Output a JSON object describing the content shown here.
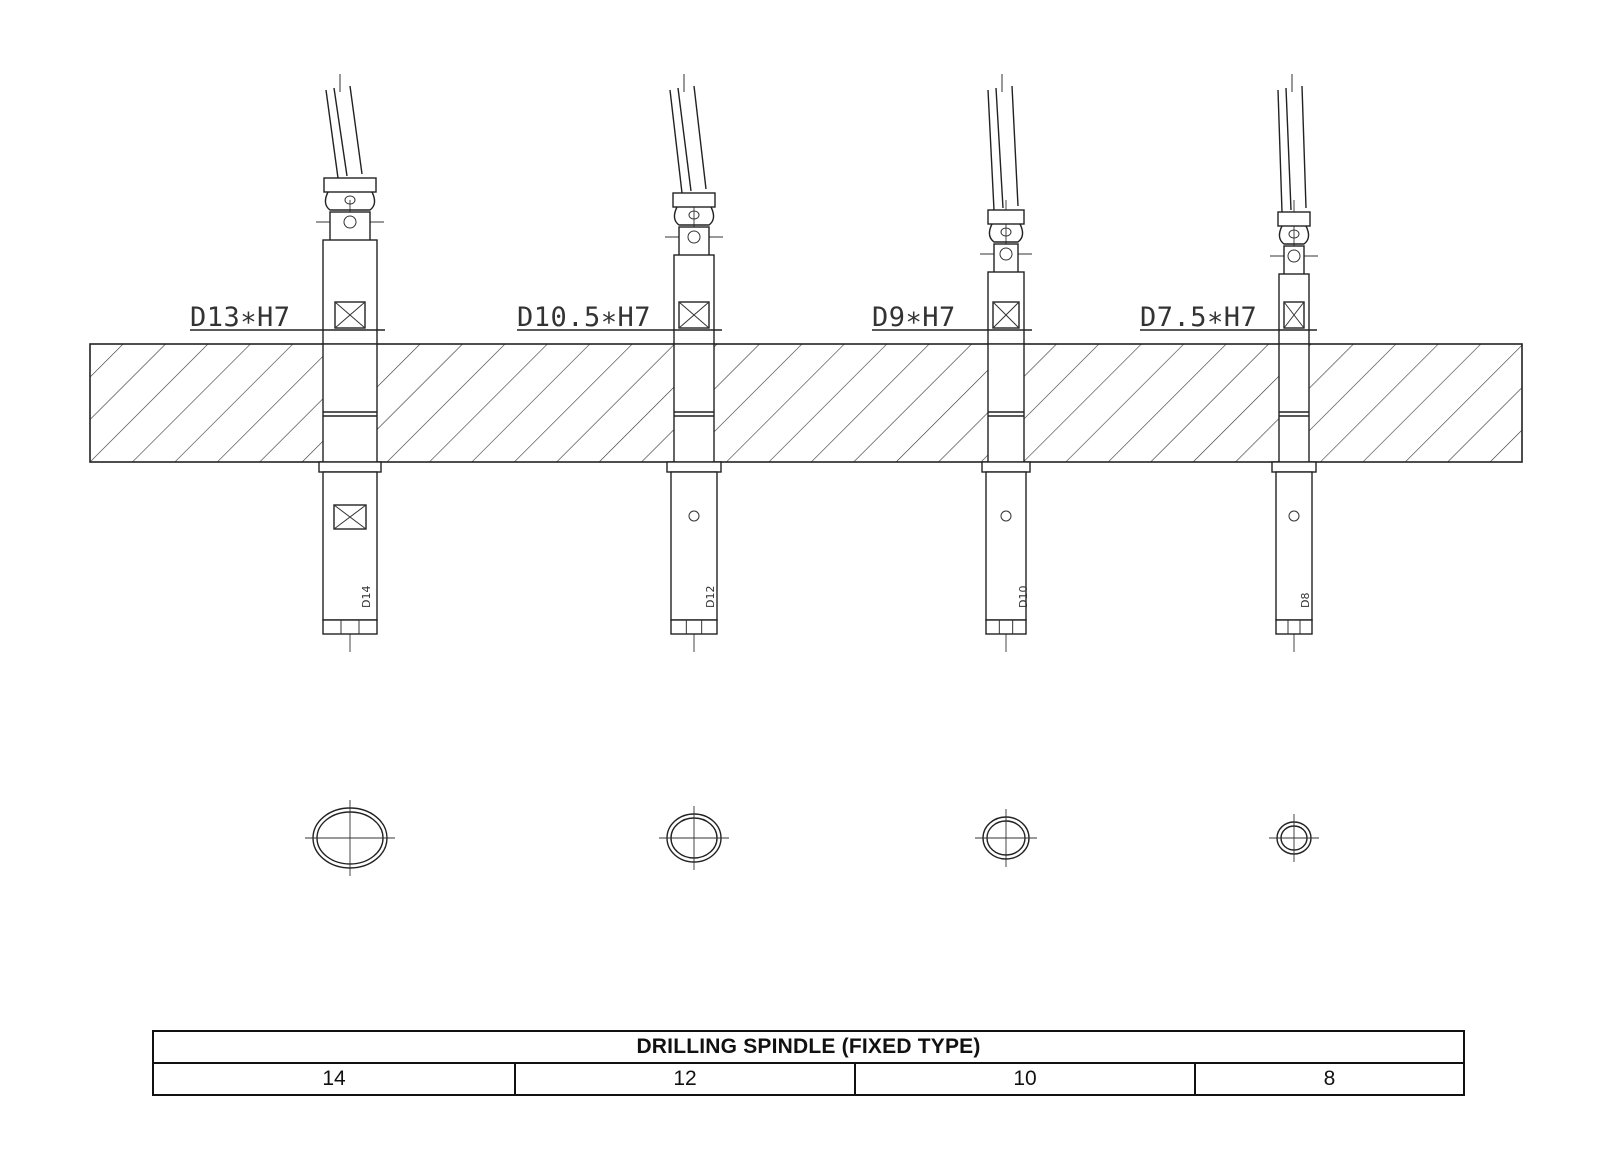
{
  "callouts": [
    "D13∗H7",
    "D10.5∗H7",
    "D9∗H7",
    "D7.5∗H7"
  ],
  "spindle_labels": [
    "D14",
    "D12",
    "D10",
    "D8"
  ],
  "table": {
    "title": "DRILLING SPINDLE (FIXED TYPE)",
    "sizes": [
      "14",
      "12",
      "10",
      "8"
    ]
  }
}
